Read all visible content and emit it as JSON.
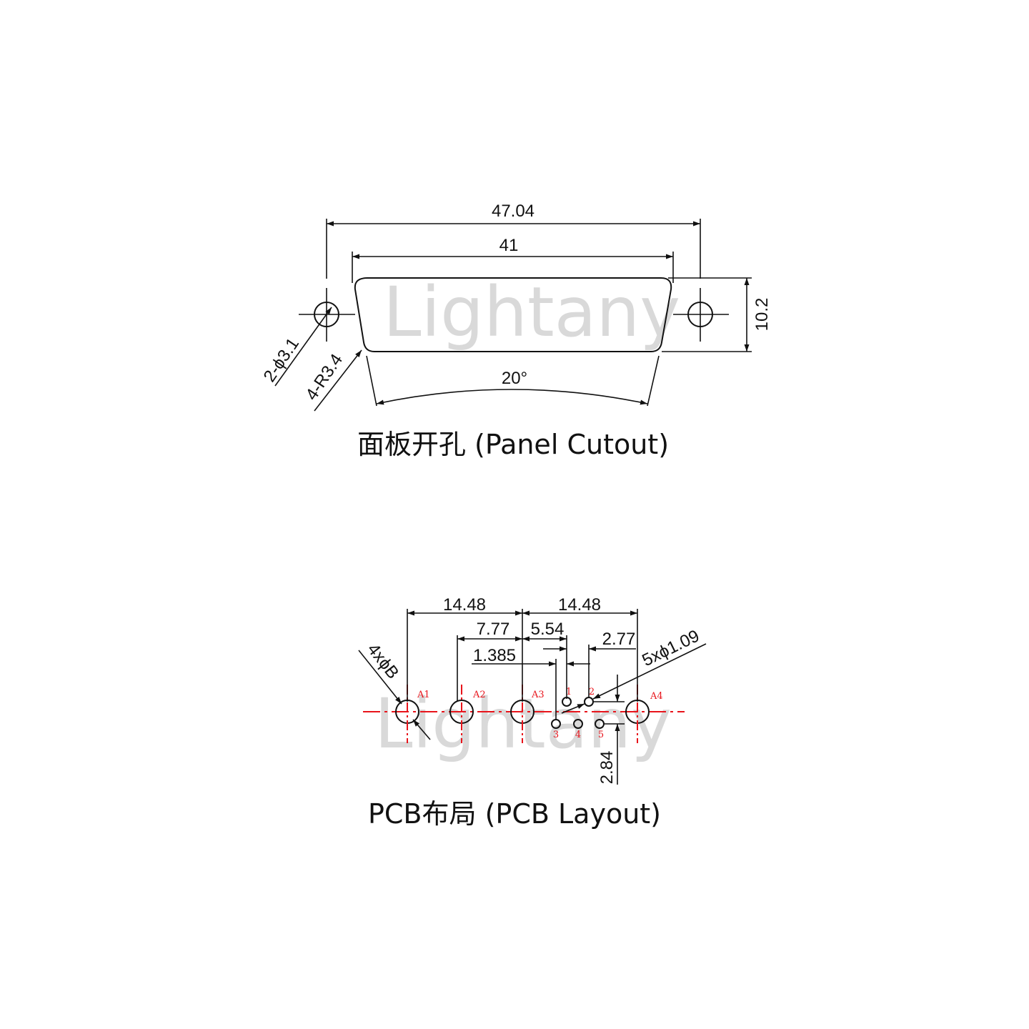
{
  "watermark": {
    "text": "Lightany"
  },
  "panel_cutout": {
    "caption": "面板开孔 (Panel Cutout)",
    "dims": {
      "overall_width": "47.04",
      "body_width": "41",
      "height": "10.2",
      "mount_holes": "2-ϕ3.1",
      "corner_radius": "4-R3.4",
      "angle": "20°"
    }
  },
  "pcb_layout": {
    "caption": "PCB布局 (PCB Layout)",
    "dims": {
      "pitch_left": "14.48",
      "pitch_right": "14.48",
      "offset_a": "7.77",
      "offset_b": "5.54",
      "offset_c": "1.385",
      "offset_d": "2.77",
      "signal_holes": "5xϕ1.09",
      "coax_holes": "4xϕB",
      "row_spacing": "2.84"
    },
    "coax_pins": [
      "A1",
      "A2",
      "A3",
      "A4"
    ],
    "signal_pins": [
      "1",
      "2",
      "3",
      "4",
      "5"
    ]
  },
  "colors": {
    "line": "#111111",
    "centerline": "#e8141b",
    "watermark": "#d9d9d9"
  }
}
